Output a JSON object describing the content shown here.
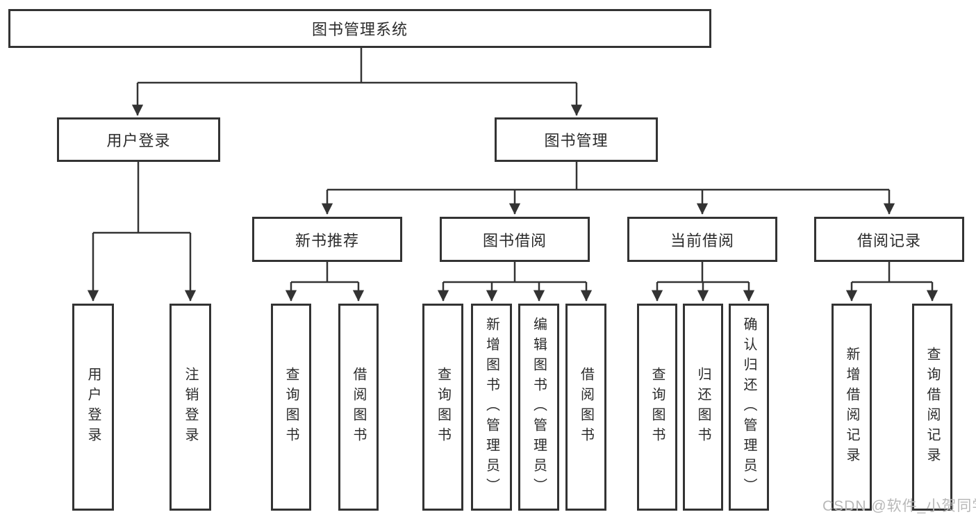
{
  "tree": {
    "root": {
      "label": "图书管理系统",
      "children": [
        {
          "label": "用户登录",
          "children": [
            {
              "label": "用户登录"
            },
            {
              "label": "注销登录"
            }
          ]
        },
        {
          "label": "图书管理",
          "children": [
            {
              "label": "新书推荐",
              "children": [
                {
                  "label": "查询图书"
                },
                {
                  "label": "借阅图书"
                }
              ]
            },
            {
              "label": "图书借阅",
              "children": [
                {
                  "label": "查询图书"
                },
                {
                  "label": "新增图书（管理员）"
                },
                {
                  "label": "编辑图书（管理员）"
                },
                {
                  "label": "借阅图书"
                }
              ]
            },
            {
              "label": "当前借阅",
              "children": [
                {
                  "label": "查询图书"
                },
                {
                  "label": "归还图书"
                },
                {
                  "label": "确认归还（管理员）"
                }
              ]
            },
            {
              "label": "借阅记录",
              "children": [
                {
                  "label": "新增借阅记录"
                },
                {
                  "label": "查询借阅记录"
                }
              ]
            }
          ]
        }
      ]
    }
  },
  "watermark": {
    "text": "CSDN @软件_小贺同学",
    "color": "#b8b8b8"
  },
  "colors": {
    "line": "#333333",
    "box_border": "#333333",
    "text": "#2b2b2b",
    "background": "#ffffff"
  }
}
